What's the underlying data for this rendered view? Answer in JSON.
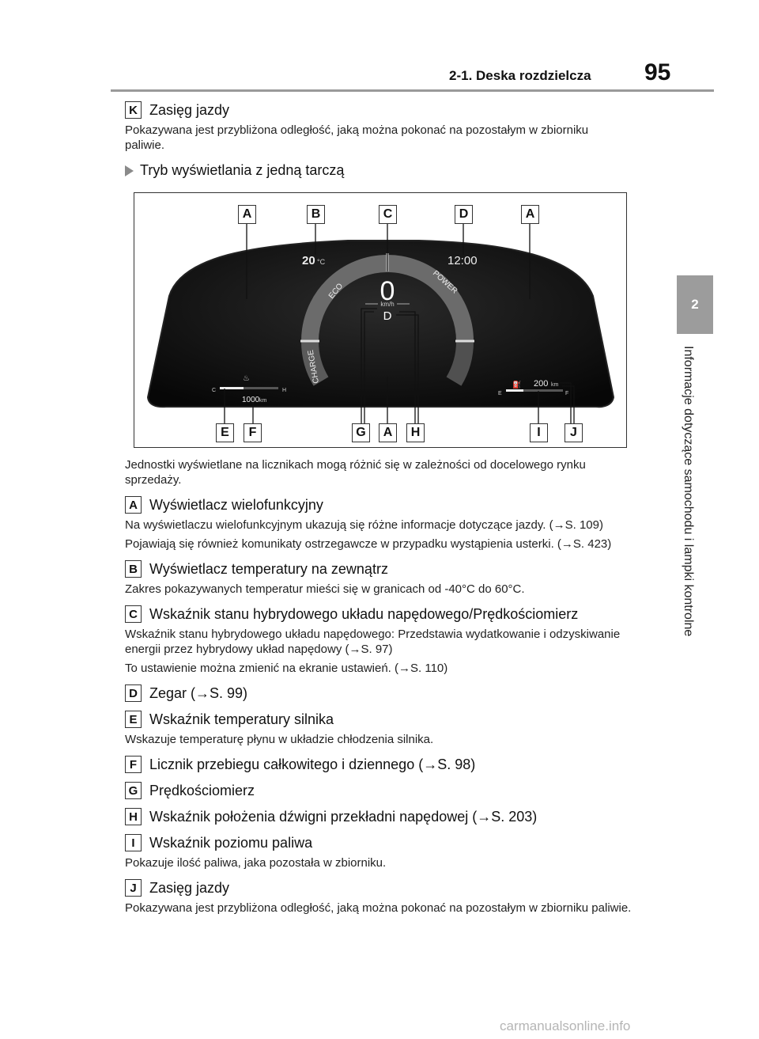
{
  "header": {
    "section": "2-1. Deska rozdzielcza",
    "page": "95"
  },
  "side_tab": {
    "number": "2",
    "text": "Informacje dotyczące samochodu i lampki kontrolne"
  },
  "item_k": {
    "letter": "K",
    "title": "Zasięg jazdy",
    "body": "Pokazywana jest przybliżona odległość, jaką można pokonać na pozostałym w zbiorniku paliwie."
  },
  "mode_heading": "Tryb wyświetlania z jedną tarczą",
  "figure": {
    "callouts_top": [
      "A",
      "B",
      "C",
      "D",
      "A"
    ],
    "callouts_bottom": [
      "E",
      "F",
      "G",
      "A",
      "H",
      "I",
      "J"
    ],
    "temperature_value": "20",
    "temperature_unit": "°C",
    "clock": "12:00",
    "eco": "ECO",
    "power": "POWER",
    "charge": "CHARGE",
    "speed": "0",
    "speed_unit": "km/h",
    "gear": "D",
    "coolant_cold": "C",
    "coolant_hot": "H",
    "odometer": "1000",
    "odometer_unit": "km",
    "fuel_empty": "E",
    "fuel_full": "F",
    "range": "200",
    "range_unit": "km"
  },
  "note": "Jednostki wyświetlane na licznikach mogą różnić się w zależności od docelowego rynku sprzedaży.",
  "items": [
    {
      "letter": "A",
      "title": "Wyświetlacz wielofunkcyjny",
      "paragraphs": [
        "Na wyświetlaczu wielofunkcyjnym ukazują się różne informacje dotyczące jazdy. (→S. 109)",
        "Pojawiają się również komunikaty ostrzegawcze w przypadku wystąpienia usterki. (→S. 423)"
      ]
    },
    {
      "letter": "B",
      "title": "Wyświetlacz temperatury na zewnątrz",
      "paragraphs": [
        "Zakres pokazywanych temperatur mieści się w granicach od -40°C do 60°C."
      ]
    },
    {
      "letter": "C",
      "title": "Wskaźnik stanu hybrydowego układu napędowego/Prędkościomierz",
      "paragraphs": [
        "Wskaźnik stanu hybrydowego układu napędowego: Przedstawia wydatkowanie i odzyskiwanie energii przez hybrydowy układ napędowy (→S. 97)",
        "To ustawienie można zmienić na ekranie ustawień. (→S. 110)"
      ]
    },
    {
      "letter": "D",
      "title": "Zegar (→S. 99)",
      "paragraphs": []
    },
    {
      "letter": "E",
      "title": "Wskaźnik temperatury silnika",
      "paragraphs": [
        "Wskazuje temperaturę płynu w układzie chłodzenia silnika."
      ]
    },
    {
      "letter": "F",
      "title": "Licznik przebiegu całkowitego i dziennego (→S. 98)",
      "paragraphs": []
    },
    {
      "letter": "G",
      "title": "Prędkościomierz",
      "paragraphs": []
    },
    {
      "letter": "H",
      "title": "Wskaźnik położenia dźwigni przekładni napędowej (→S. 203)",
      "paragraphs": []
    },
    {
      "letter": "I",
      "title": "Wskaźnik poziomu paliwa",
      "paragraphs": [
        "Pokazuje ilość paliwa, jaka pozostała w zbiorniku."
      ]
    },
    {
      "letter": "J",
      "title": "Zasięg jazdy",
      "paragraphs": [
        "Pokazywana jest przybliżona odległość, jaką można pokonać na pozostałym w zbiorniku paliwie."
      ]
    }
  ],
  "watermark": "carmanualsonline.info"
}
